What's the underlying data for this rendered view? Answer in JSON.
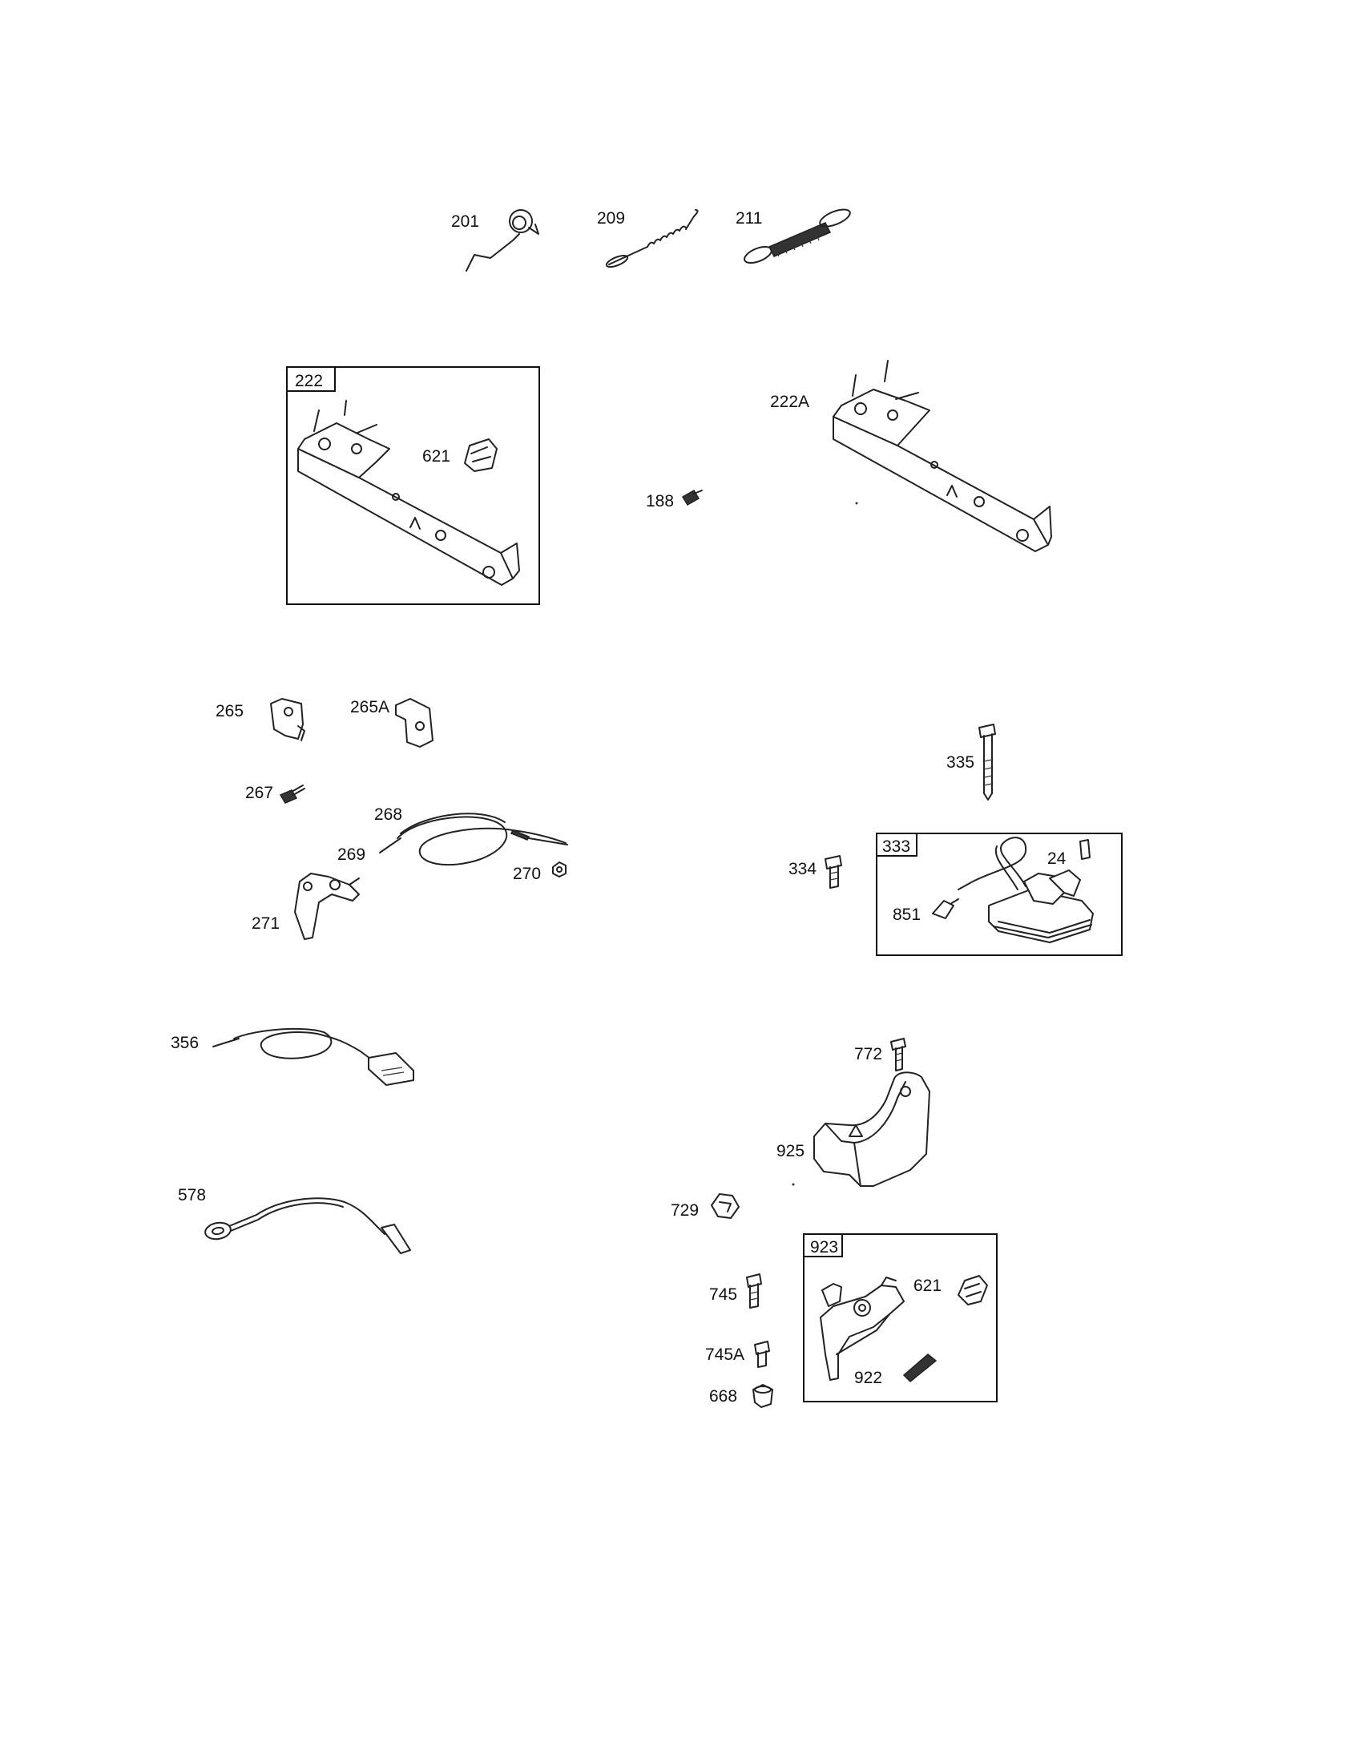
{
  "callouts": {
    "c201": "201",
    "c209": "209",
    "c211": "211",
    "c222": "222",
    "c621a": "621",
    "c222A": "222A",
    "c188": "188",
    "c265": "265",
    "c265A": "265A",
    "c267": "267",
    "c268": "268",
    "c269": "269",
    "c270": "270",
    "c271": "271",
    "c335": "335",
    "c334": "334",
    "c333": "333",
    "c24": "24",
    "c851": "851",
    "c356": "356",
    "c578": "578",
    "c772": "772",
    "c925": "925",
    "c729": "729",
    "c923": "923",
    "c621b": "621",
    "c922": "922",
    "c745": "745",
    "c745A": "745A",
    "c668": "668"
  }
}
